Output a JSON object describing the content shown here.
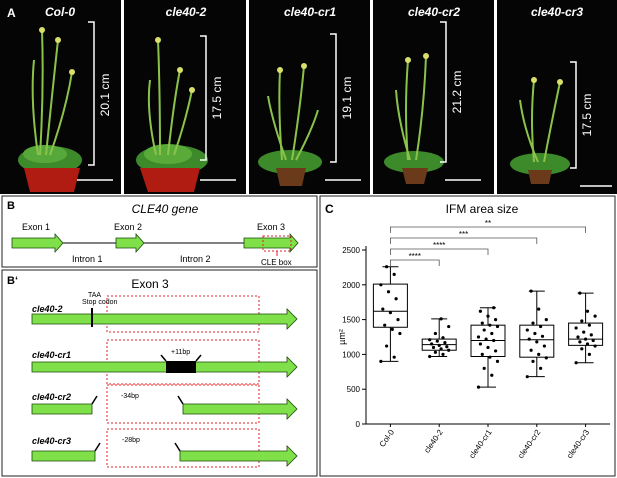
{
  "panelA": {
    "label": "A",
    "plants": [
      {
        "name": "Col-0",
        "height": "20.1 cm"
      },
      {
        "name": "cle40-2",
        "height": "17.5 cm"
      },
      {
        "name": "cle40-cr1",
        "height": "19.1 cm"
      },
      {
        "name": "cle40-cr2",
        "height": "21.2 cm"
      },
      {
        "name": "cle40-cr3",
        "height": "17.5 cm"
      }
    ]
  },
  "panelB": {
    "label": "B",
    "title": "CLE40 gene",
    "exon1": "Exon 1",
    "exon2": "Exon 2",
    "exon3": "Exon 3",
    "intron1": "Intron 1",
    "intron2": "Intron 2",
    "clebox": "CLE box"
  },
  "panelB2": {
    "label": "B‘",
    "title": "Exon 3",
    "taa": "TAA",
    "stop": "Stop codon",
    "rows": [
      {
        "name": "cle40-2",
        "note": ""
      },
      {
        "name": "cle40-cr1",
        "note": "+11bp"
      },
      {
        "name": "cle40-cr2",
        "note": "-34bp"
      },
      {
        "name": "cle40-cr3",
        "note": "-28bp"
      }
    ]
  },
  "panelC": {
    "label": "C",
    "chart_data": {
      "type": "box",
      "title": "IFM area size",
      "ylabel": "µm²",
      "ylim": [
        0,
        2500
      ],
      "yticks": [
        0,
        500,
        1000,
        1500,
        2000,
        2500
      ],
      "categories": [
        "Col-0",
        "cle40-2",
        "cle40-cr1",
        "cle40-cr2",
        "cle40-cr3"
      ],
      "boxes": [
        {
          "min": 900,
          "q1": 1390,
          "median": 1620,
          "q3": 2010,
          "max": 2260
        },
        {
          "min": 970,
          "q1": 1060,
          "median": 1140,
          "q3": 1220,
          "max": 1510
        },
        {
          "min": 530,
          "q1": 970,
          "median": 1200,
          "q3": 1420,
          "max": 1670
        },
        {
          "min": 680,
          "q1": 960,
          "median": 1210,
          "q3": 1420,
          "max": 1910
        },
        {
          "min": 880,
          "q1": 1130,
          "median": 1220,
          "q3": 1450,
          "max": 1880
        }
      ],
      "points": [
        [
          900,
          960,
          1120,
          1300,
          1360,
          1420,
          1500,
          1600,
          1650,
          1800,
          1900,
          2000,
          2150,
          2260
        ],
        [
          970,
          1000,
          1030,
          1060,
          1080,
          1100,
          1110,
          1130,
          1150,
          1170,
          1190,
          1210,
          1240,
          1300,
          1400,
          1510
        ],
        [
          530,
          700,
          800,
          900,
          960,
          1000,
          1050,
          1100,
          1150,
          1200,
          1220,
          1250,
          1300,
          1350,
          1400,
          1420,
          1450,
          1500,
          1550,
          1620,
          1670
        ],
        [
          680,
          800,
          900,
          950,
          1000,
          1060,
          1120,
          1180,
          1220,
          1260,
          1300,
          1350,
          1400,
          1450,
          1500,
          1650,
          1910
        ],
        [
          880,
          1000,
          1080,
          1120,
          1150,
          1180,
          1200,
          1220,
          1250,
          1280,
          1320,
          1380,
          1420,
          1480,
          1550,
          1620,
          1880
        ]
      ],
      "significance": [
        "****",
        "****",
        "***",
        "**"
      ]
    }
  }
}
